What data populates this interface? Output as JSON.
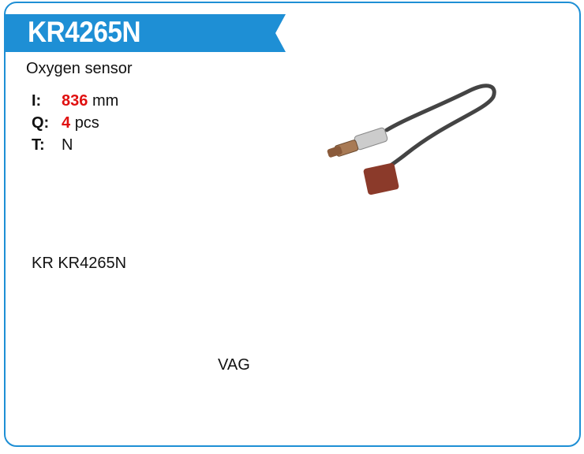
{
  "header": {
    "title": "KR4265N",
    "accent": "#1e8fd5"
  },
  "description": "Oxygen sensor",
  "specs": [
    {
      "key": "I:",
      "value": "836",
      "unit": "mm"
    },
    {
      "key": "Q:",
      "value": "4",
      "unit": "pcs"
    },
    {
      "key": "T:",
      "value": "",
      "unit": "N"
    }
  ],
  "brand_line": "KR KR4265N",
  "make": "VAG"
}
